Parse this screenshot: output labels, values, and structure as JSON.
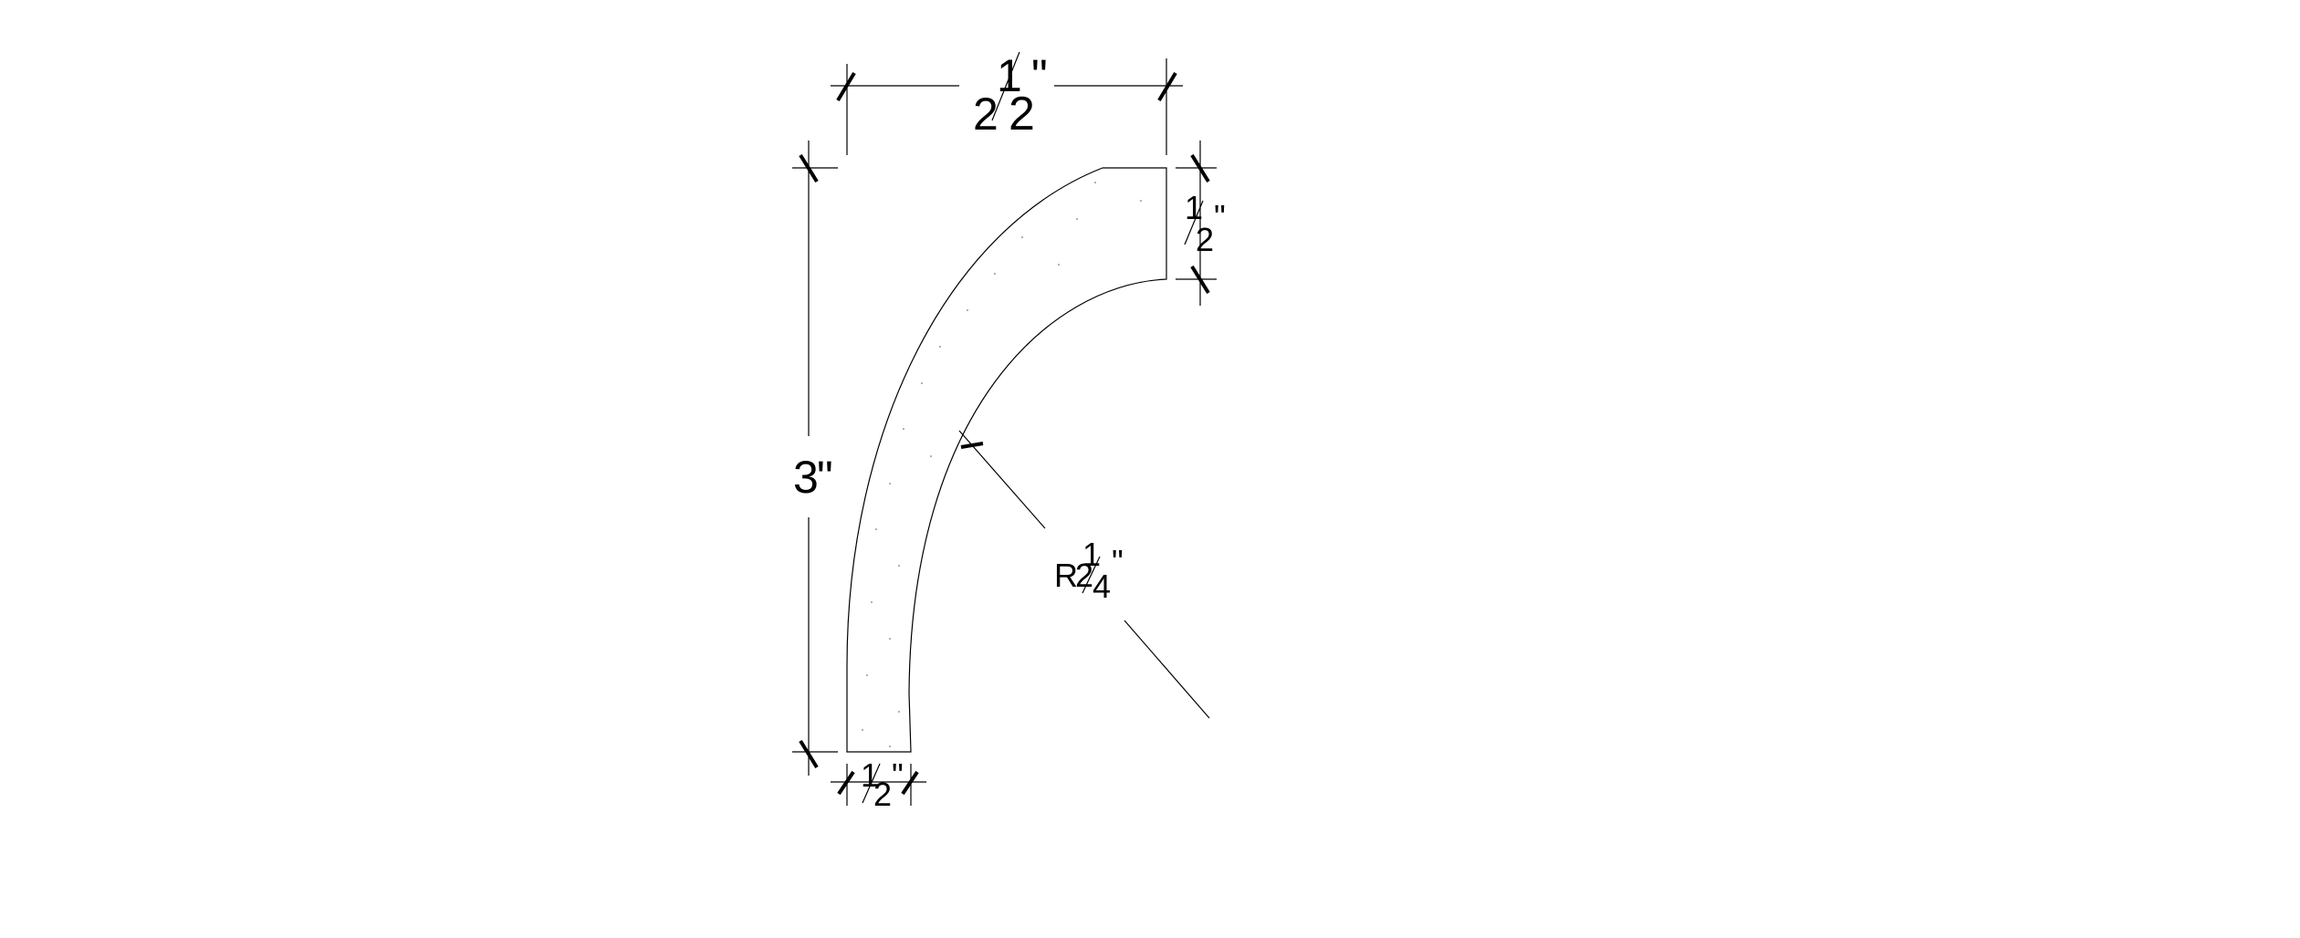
{
  "drawing": {
    "type": "curved molding profile",
    "dimensions": {
      "overall_width": {
        "whole": "2",
        "numerator": "1",
        "denominator": "2",
        "unit": "\""
      },
      "overall_height": {
        "whole": "3",
        "unit": "\""
      },
      "top_thickness": {
        "numerator": "1",
        "denominator": "2",
        "unit": "\""
      },
      "bottom_thickness": {
        "numerator": "1",
        "denominator": "2",
        "unit": "\""
      },
      "radius": {
        "prefix": "R",
        "whole": "2",
        "numerator": "1",
        "denominator": "4",
        "unit": "\""
      }
    }
  }
}
